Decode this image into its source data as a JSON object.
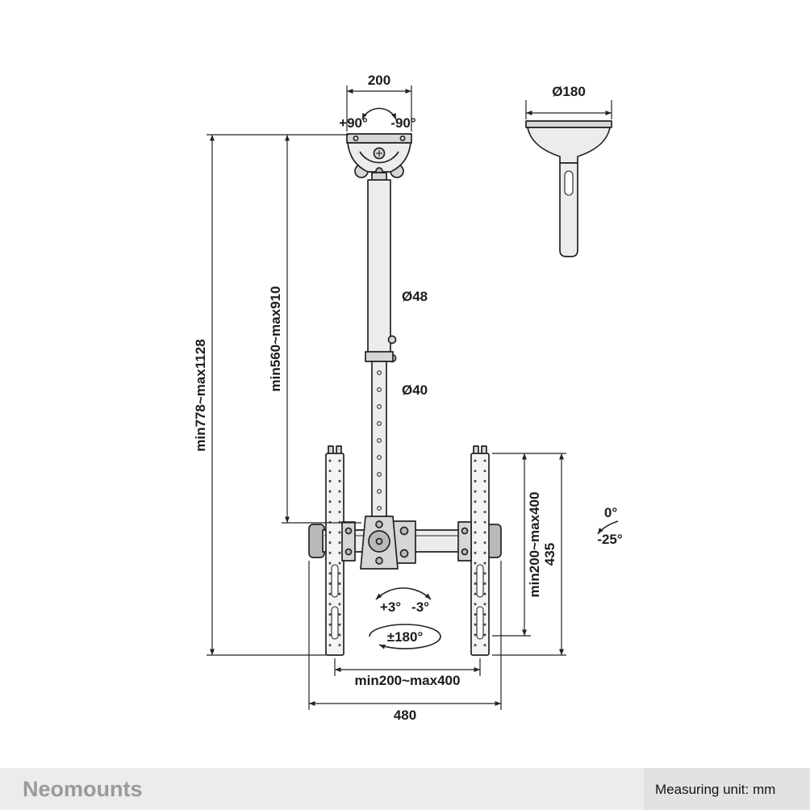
{
  "page": {
    "background": "#ffffff"
  },
  "colors": {
    "line": "#232323",
    "metal_light": "#ececec",
    "metal_mid": "#d6d6d6",
    "metal_dark": "#b9b9b9",
    "footer_bg": "#ececec",
    "footer_bg_right": "#e2e2e2",
    "brand_gray": "#9a9a9a",
    "page_bg": "#ffffff"
  },
  "labels": {
    "top_width": "200",
    "swivel_ccw": "+90°",
    "swivel_cw": "-90°",
    "ceiling_plate_diameter": "Ø180",
    "total_height": "min778~max1128",
    "pole_travel": "min560~max910",
    "upper_tube_diameter": "Ø48",
    "lower_tube_diameter": "Ø40",
    "vesa_height_range": "min200~max400",
    "bracket_height": "435",
    "tilt_zero": "0°",
    "tilt_max": "-25°",
    "level_plus": "+3°",
    "level_minus": "-3°",
    "rotation_range": "±180°",
    "vesa_width_range": "min200~max400",
    "crossbar_width": "480"
  },
  "footer": {
    "brand": "Neomounts",
    "unit_label": "Measuring unit: mm"
  }
}
